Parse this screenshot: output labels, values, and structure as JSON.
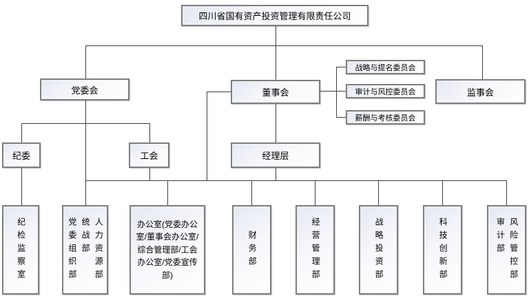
{
  "org": {
    "root": {
      "label": "四川省国有资产投资管理有限责任公司"
    },
    "level2": [
      {
        "id": "party-committee",
        "label": "党委会"
      },
      {
        "id": "board-of-directors",
        "label": "董事会"
      },
      {
        "id": "supervisory-board",
        "label": "监事会"
      }
    ],
    "board_committees": [
      {
        "label": "战略与提名委员会"
      },
      {
        "label": "审计与风控委员会"
      },
      {
        "label": "薪酬与考核委员会"
      }
    ],
    "level3": [
      {
        "id": "discipline-committee",
        "label": "纪委"
      },
      {
        "id": "labor-union",
        "label": "工会"
      },
      {
        "id": "management-level",
        "label": "经理层"
      }
    ],
    "departments": [
      {
        "id": "discipline-inspection-office",
        "columns": [
          "纪检监察室"
        ]
      },
      {
        "id": "party-org-united-front-hr",
        "columns": [
          "党委组织部",
          "统战部",
          "人力资源部"
        ]
      },
      {
        "id": "general-office",
        "text": "办公室(党委办公室/董事会办公室/综合管理部/工会办公室/党委宣传部)"
      },
      {
        "id": "finance-dept",
        "columns": [
          "财务部"
        ]
      },
      {
        "id": "operations-management-dept",
        "columns": [
          "经营管理部"
        ]
      },
      {
        "id": "strategic-investment-dept",
        "columns": [
          "战略投资部"
        ]
      },
      {
        "id": "tech-innovation-dept",
        "columns": [
          "科技创新部"
        ]
      },
      {
        "id": "audit-risk-dept",
        "columns": [
          "审计部",
          "风险管控部"
        ]
      }
    ]
  },
  "colors": {
    "line": "#3d3d3d",
    "box_border": "#7e7e7e",
    "box_fill_top": "#e6e9f3",
    "box_fill_bottom": "#ffffff",
    "text": "#000000"
  }
}
